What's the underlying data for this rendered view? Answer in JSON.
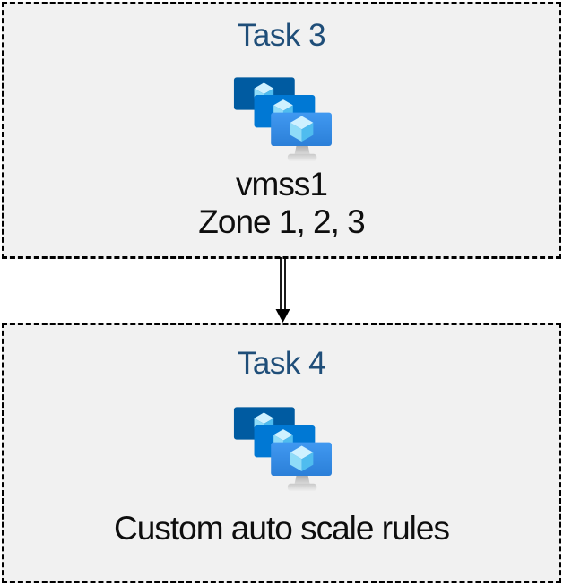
{
  "diagram": {
    "boxes": [
      {
        "title": "Task 3",
        "icon": "vmss-icon",
        "lines": [
          "vmss1",
          "Zone 1, 2, 3"
        ]
      },
      {
        "title": "Task 4",
        "icon": "vmss-icon",
        "lines": [
          "Custom auto scale rules"
        ]
      }
    ],
    "connector": {
      "from": "Task 3",
      "to": "Task 4",
      "style": "double-line-arrow",
      "direction": "down"
    }
  },
  "colors": {
    "title_text": "#1F4E79",
    "body_text": "#0E0E0E",
    "box_fill": "#F1F1F1",
    "box_border": "#000000",
    "monitor_back": "#005BA1",
    "monitor_middle": "#0078D4",
    "monitor_front_top": "#4199F1",
    "monitor_front_bottom": "#2B7FD8",
    "cube_top": "#CFF1FF",
    "cube_left": "#8FDCF8",
    "cube_right": "#4FBCEF",
    "stand_dark": "#ABABAB",
    "stand_light": "#EFEFEF"
  }
}
